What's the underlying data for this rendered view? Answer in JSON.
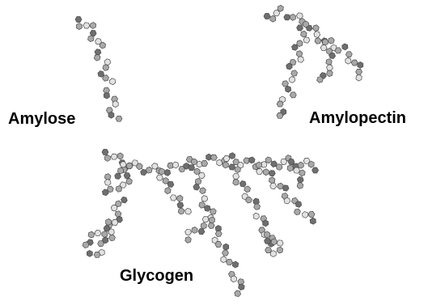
{
  "labels": {
    "amylose": "Amylose",
    "amylopectin": "Amylopectin",
    "glycogen": "Glycogen"
  },
  "colors": {
    "ring_dark": "#6f6f6f",
    "ring_mid": "#a9a9a9",
    "ring_light": "#e2e2e2",
    "ring_stroke": "#4a4a4a",
    "label_text": "#000000"
  },
  "molecules": [
    {
      "name": "amylose",
      "structure": "unbranched helical chain"
    },
    {
      "name": "amylopectin",
      "structure": "branched chain"
    },
    {
      "name": "glycogen",
      "structure": "highly branched chain"
    }
  ]
}
